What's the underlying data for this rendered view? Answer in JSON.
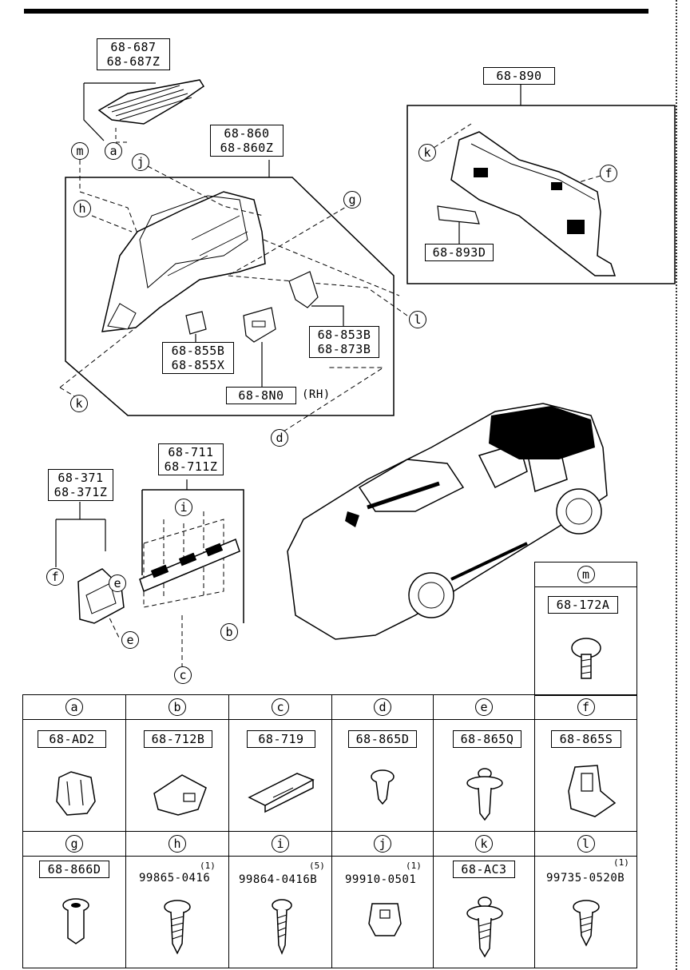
{
  "parts": {
    "quarter_trim_top": [
      "68-687",
      "68-687Z"
    ],
    "quarter_trim_main": [
      "68-860",
      "68-860Z"
    ],
    "rear_panel": "68-890",
    "rear_panel_sub": "68-893D",
    "clip_ab": [
      "68-855B",
      "68-855X"
    ],
    "clip_cd": [
      "68-853B",
      "68-873B"
    ],
    "handle": "68-8N0",
    "handle_note": "(RH)",
    "scuff_plate": [
      "68-711",
      "68-711Z"
    ],
    "bracket": [
      "68-371",
      "68-371Z"
    ]
  },
  "callouts": {
    "a": "a",
    "b": "b",
    "c": "c",
    "d": "d",
    "e": "e",
    "f": "f",
    "g": "g",
    "h": "h",
    "i": "i",
    "j": "j",
    "k": "k",
    "l": "l",
    "m": "m"
  },
  "fasteners_row1": [
    {
      "key": "a",
      "part": "68-AD2"
    },
    {
      "key": "b",
      "part": "68-712B"
    },
    {
      "key": "c",
      "part": "68-719"
    },
    {
      "key": "d",
      "part": "68-865D"
    },
    {
      "key": "e",
      "part": "68-865Q"
    },
    {
      "key": "f",
      "part": "68-865S"
    }
  ],
  "fasteners_row2": [
    {
      "key": "g",
      "part": "68-866D",
      "boxed": true,
      "qty": ""
    },
    {
      "key": "h",
      "part": "99865-0416",
      "boxed": false,
      "qty": "(1)"
    },
    {
      "key": "i",
      "part": "99864-0416B",
      "boxed": false,
      "qty": "(5)"
    },
    {
      "key": "j",
      "part": "99910-0501",
      "boxed": false,
      "qty": "(1)"
    },
    {
      "key": "k",
      "part": "68-AC3",
      "boxed": true,
      "qty": ""
    },
    {
      "key": "l",
      "part": "99735-0520B",
      "boxed": false,
      "qty": "(1)"
    }
  ],
  "fastener_m": {
    "key": "m",
    "part": "68-172A"
  }
}
